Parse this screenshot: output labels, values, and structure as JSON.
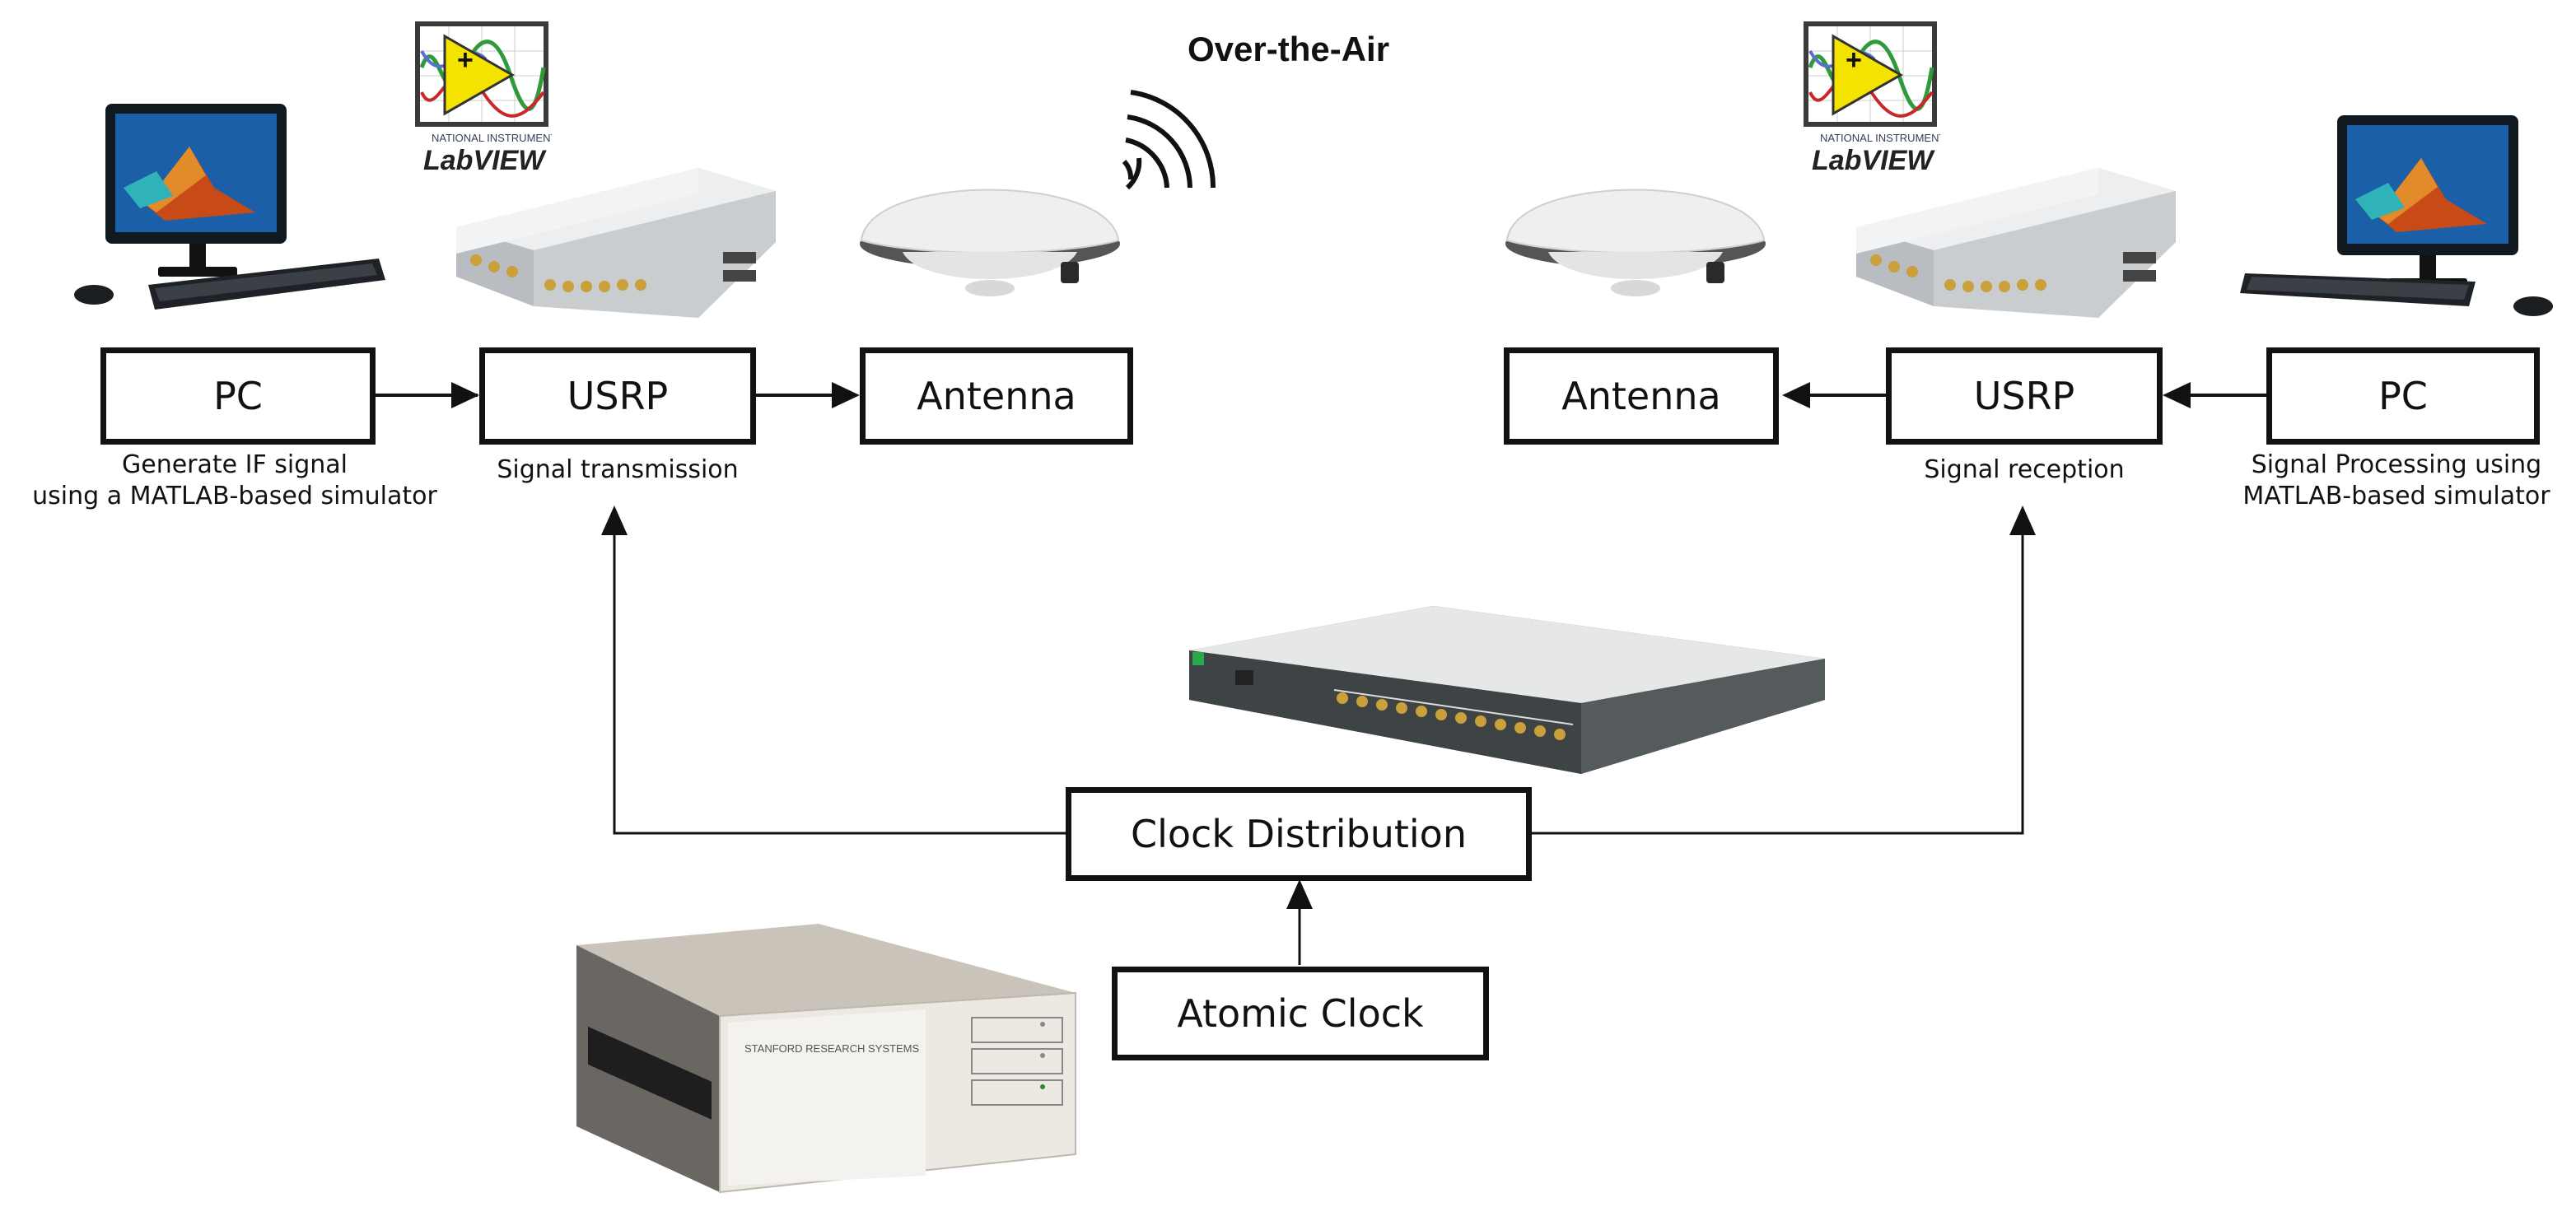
{
  "header": {
    "title": "Over-the-Air"
  },
  "logos": {
    "labview": "LabVIEW"
  },
  "transmitter": {
    "pc": {
      "label": "PC",
      "caption_line1": "Generate IF signal",
      "caption_line2": "using  a MATLAB-based simulator"
    },
    "usrp": {
      "label": "USRP",
      "caption": "Signal transmission"
    },
    "antenna": {
      "label": "Antenna"
    }
  },
  "receiver": {
    "antenna": {
      "label": "Antenna"
    },
    "usrp": {
      "label": "USRP",
      "caption": "Signal reception"
    },
    "pc": {
      "label": "PC",
      "caption_line1": "Signal Processing using",
      "caption_line2": "MATLAB-based simulator"
    }
  },
  "clock": {
    "distribution": {
      "label": "Clock Distribution"
    },
    "atomic": {
      "label": "Atomic Clock",
      "device_brand": "STANFORD RESEARCH SYSTEMS"
    }
  },
  "icons": [
    "desktop-pc-icon",
    "labview-logo",
    "usrp-device-icon",
    "gnss-antenna-icon",
    "wireless-signal-icon",
    "clock-distribution-device-icon",
    "atomic-clock-device-icon"
  ]
}
